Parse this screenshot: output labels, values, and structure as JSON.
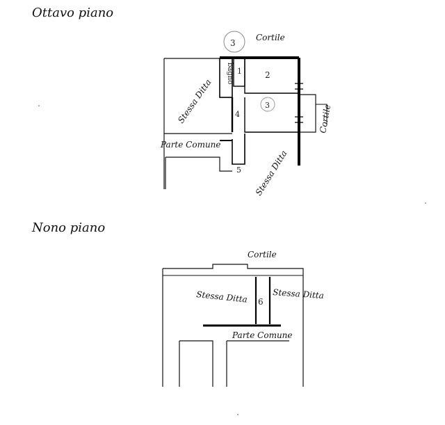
{
  "floors": [
    {
      "title": "Ottavo piano",
      "labels": {
        "cortile_top": "Cortile",
        "cortile_right": "Cortile",
        "bagno": "bagno",
        "stessa_ditta_left": "Stessa Ditta",
        "stessa_ditta_bottom": "Stessa Ditta",
        "parte_comune": "Parte Comune",
        "room_1": "1",
        "room_2": "2",
        "room_3": "3",
        "room_4": "4",
        "room_5": "5"
      }
    },
    {
      "title": "Nono piano",
      "labels": {
        "cortile": "Cortile",
        "stessa_ditta_left": "Stessa Ditta",
        "stessa_ditta_right": "Stessa Ditta",
        "room_6": "6",
        "parte_comune": "Parte Comune"
      }
    }
  ],
  "colors": {
    "ink": "#111111",
    "wall_bold": "#000000",
    "paper": "#ffffff"
  }
}
